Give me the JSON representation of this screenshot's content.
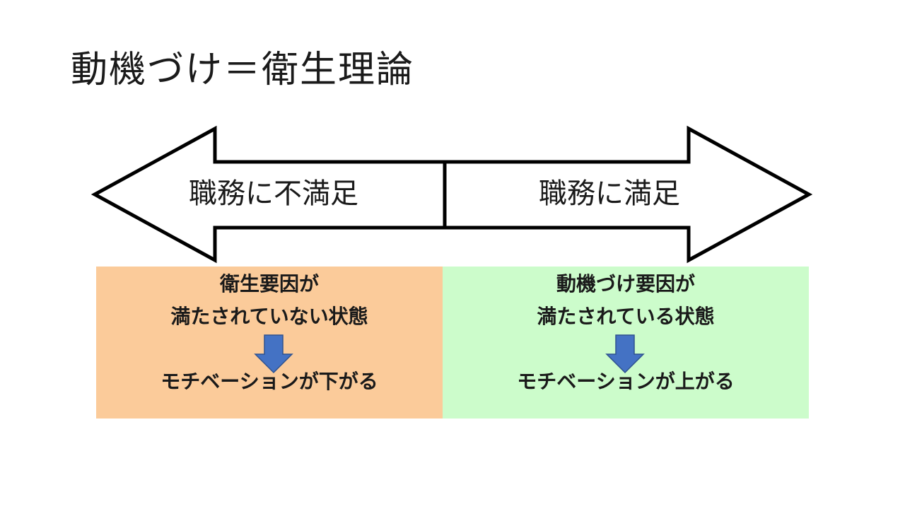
{
  "slide": {
    "title": "動機づけ＝衛生理論"
  },
  "arrows": {
    "left_label": "職務に不満足",
    "right_label": "職務に満足"
  },
  "panels": {
    "left": {
      "line1": "衛生要因が",
      "line2": "満たされていない状態",
      "line3": "モチベーションが下がる",
      "color": "#FBCB9A"
    },
    "right": {
      "line1": "動機づけ要因が",
      "line2": "満たされている状態",
      "line3": "モチベーションが上がる",
      "color": "#CCFCCB"
    }
  },
  "colors": {
    "down_arrow": "#4472C4",
    "down_arrow_border": "#2F528F",
    "arrow_stroke": "#000000"
  }
}
